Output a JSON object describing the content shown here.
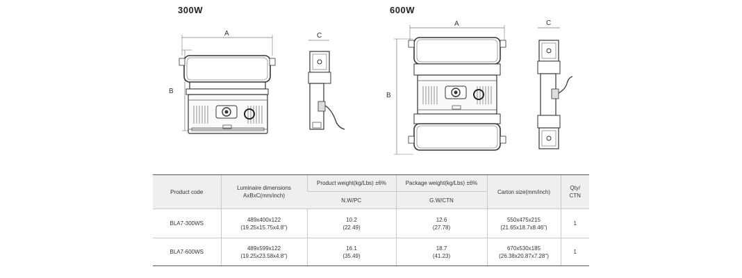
{
  "variants": [
    {
      "label": "300W",
      "dims": {
        "a": "A",
        "b": "B",
        "c": "C"
      }
    },
    {
      "label": "600W",
      "dims": {
        "a": "A",
        "b": "B",
        "c": "C"
      }
    }
  ],
  "table": {
    "headers": {
      "product_code": "Product code",
      "luminaire_dimensions": "Luminaire dimensions",
      "luminaire_dimensions_sub": "AxBxC(mm/inch)",
      "product_weight": "Product weight(kg/Lbs) ±6%",
      "product_weight_sub": "N.W/PC",
      "package_weight": "Package weight(kg/Lbs) ±6%",
      "package_weight_sub": "G.W/CTN",
      "carton_size": "Carton size(mm/inch)",
      "qty_ctn": "Qty/ CTN"
    },
    "rows": [
      {
        "code": "BLA7-300WS",
        "dim_mm": "489x400x122",
        "dim_in": "(19.25x15.75x4.8\")",
        "nw": "10.2",
        "nw_lbs": "(22.49)",
        "gw": "12.6",
        "gw_lbs": "(27.78)",
        "carton_mm": "550x475x215",
        "carton_in": "(21.65x18.7x8.46\")",
        "qty": "1"
      },
      {
        "code": "BLA7-600WS",
        "dim_mm": "489x599x122",
        "dim_in": "(19.25x23.58x4.8\")",
        "nw": "16.1",
        "nw_lbs": "(35.49)",
        "gw": "18.7",
        "gw_lbs": "(41.23)",
        "carton_mm": "670x530x185",
        "carton_in": "(26.38x20.87x7.28\")",
        "qty": "1"
      }
    ]
  }
}
